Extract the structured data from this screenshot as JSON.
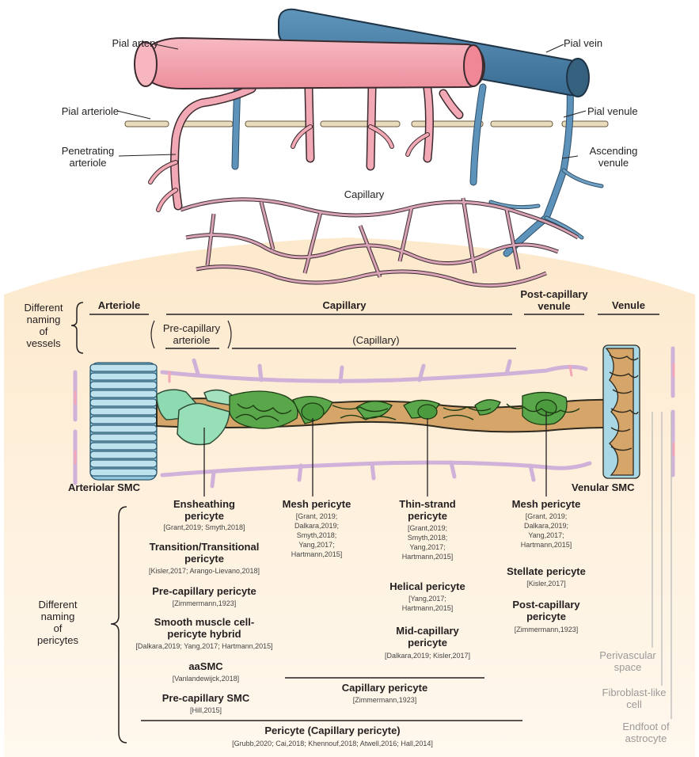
{
  "top": {
    "pial_artery": "Pial artery",
    "pial_vein": "Pial vein",
    "pial_arteriole": "Pial arteriole",
    "pial_venule": "Pial venule",
    "penetrating_arteriole": "Penetrating\narteriole",
    "ascending_venule": "Ascending\nvenule",
    "capillary": "Capillary"
  },
  "vessel_naming": {
    "row_label": "Different\nnaming\nof\nvessels",
    "arteriole": "Arteriole",
    "capillary": "Capillary",
    "post_capillary_venule": "Post-capillary\nvenule",
    "venule": "Venule",
    "pre_capillary_arteriole": "Pre-capillary\narteriole",
    "capillary_alt": "(Capillary)"
  },
  "cells": {
    "arteriolar_smc": "Arteriolar SMC",
    "venular_smc": "Venular SMC",
    "perivascular_space": "Perivascular\nspace",
    "fibroblast_like_cell": "Fibroblast-like\ncell",
    "endfoot_astrocyte": "Endfoot of\nastrocyte"
  },
  "pericyte_naming": {
    "row_label": "Different\nnaming\nof\npericytes",
    "col1": [
      {
        "name": "Ensheathing\npericyte",
        "refs": "[Grant,2019; Smyth,2018]"
      },
      {
        "name": "Transition/Transitional\npericyte",
        "refs": "[Kisler,2017; Arango-Lievano,2018]"
      },
      {
        "name": "Pre-capillary pericyte",
        "refs": "[Zimmermann,1923]"
      },
      {
        "name": "Smooth muscle cell-\npericyte hybrid",
        "refs": "[Dalkara,2019; Yang,2017; Hartmann,2015]"
      },
      {
        "name": "aaSMC",
        "refs": "[Vanlandewijck,2018]"
      },
      {
        "name": "Pre-capillary SMC",
        "refs": "[Hill,2015]"
      }
    ],
    "col2": [
      {
        "name": "Mesh pericyte",
        "refs": "[Grant, 2019;\nDalkara,2019;\nSmyth,2018;\nYang,2017;\nHartmann,2015]"
      }
    ],
    "col3": [
      {
        "name": "Thin-strand\npericyte",
        "refs": "[Grant,2019;\nSmyth,2018;\nYang,2017;\nHartmann,2015]"
      },
      {
        "name": "Helical pericyte",
        "refs": "[Yang,2017;\nHartmann,2015]"
      },
      {
        "name": "Mid-capillary\npericyte",
        "refs": "[Dalkara,2019; Kisler,2017]"
      }
    ],
    "col4": [
      {
        "name": "Mesh pericyte",
        "refs": "[Grant, 2019;\nDalkara,2019;\nYang,2017;\nHartmann,2015]"
      },
      {
        "name": "Stellate pericyte",
        "refs": "[Kisler,2017]"
      },
      {
        "name": "Post-capillary\npericyte",
        "refs": "[Zimmermann,1923]"
      }
    ],
    "capillary_pericyte": {
      "name": "Capillary pericyte",
      "refs": "[Zimmermann,1923]"
    },
    "pericyte_capillary": {
      "name": "Pericyte (Capillary pericyte)",
      "refs": "[Grubb,2020; Cai,2018; Khennouf,2018; Atwell,2016; Hall,2014]"
    }
  },
  "colors": {
    "artery": "#f4a9b4",
    "vein": "#4f86ac",
    "background_panel": "#fdebd3",
    "smc": "#a9d7e6",
    "pericyte": "#5aa64a",
    "endothelium": "#d9a96a"
  }
}
